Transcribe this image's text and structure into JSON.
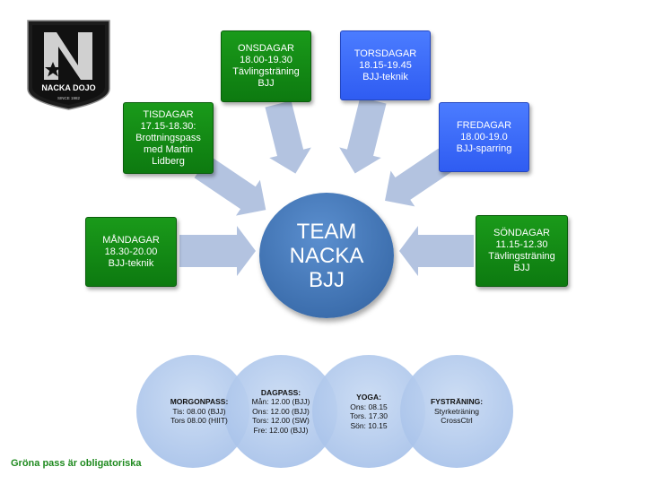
{
  "logo": {
    "text": "NACKA DOJO",
    "since": "SINCE 1982",
    "letter": "N"
  },
  "center": {
    "lines": [
      "TEAM",
      "NACKA",
      "BJJ"
    ]
  },
  "boxes": {
    "mandag": {
      "lines": [
        "MÅNDAGAR",
        "18.30-20.00",
        "BJJ-teknik"
      ]
    },
    "tisdag": {
      "lines": [
        "TISDAGAR",
        "17.15-18.30:",
        "Brottningspass",
        "med Martin",
        "Lidberg"
      ]
    },
    "onsdag": {
      "lines": [
        "ONSDAGAR",
        "18.00-19.30",
        "Tävlingsträning",
        "BJJ"
      ]
    },
    "torsdag": {
      "lines": [
        "TORSDAGAR",
        "18.15-19.45",
        "BJJ-teknik"
      ]
    },
    "fredag": {
      "lines": [
        "FREDAGAR",
        "18.00-19.0",
        "BJJ-sparring"
      ]
    },
    "sondag": {
      "lines": [
        "SÖNDAGAR",
        "11.15-12.30",
        "Tävlingsträning",
        "BJJ"
      ]
    }
  },
  "circles": {
    "morgon": {
      "heading": "MORGONPASS",
      "lines": [
        "Tis: 08.00 (BJJ)",
        "Tors 08.00 (HIIT)"
      ]
    },
    "dag": {
      "heading": "DAGPASS",
      "lines": [
        "Mån: 12.00 (BJJ)",
        "Ons: 12.00 (BJJ)",
        "Tors: 12.00 (SW)",
        "Fre: 12.00 (BJJ)"
      ]
    },
    "yoga": {
      "heading": "YOGA",
      "lines": [
        "Ons: 08.15",
        "Tors. 17.30",
        "Sön: 10.15"
      ]
    },
    "fys": {
      "heading": "FYSTRÄNING",
      "lines": [
        "Styrketräning",
        "CrossCtrl"
      ]
    }
  },
  "colors": {
    "green": "#0d7a10",
    "blue": "#2f5cf2",
    "center": "#3d6fae",
    "circle": "#a9c3ea",
    "arrow": "#b3c3e0",
    "footnote": "#1f8a1f"
  },
  "footnote": "Gröna pass är obligatoriska"
}
